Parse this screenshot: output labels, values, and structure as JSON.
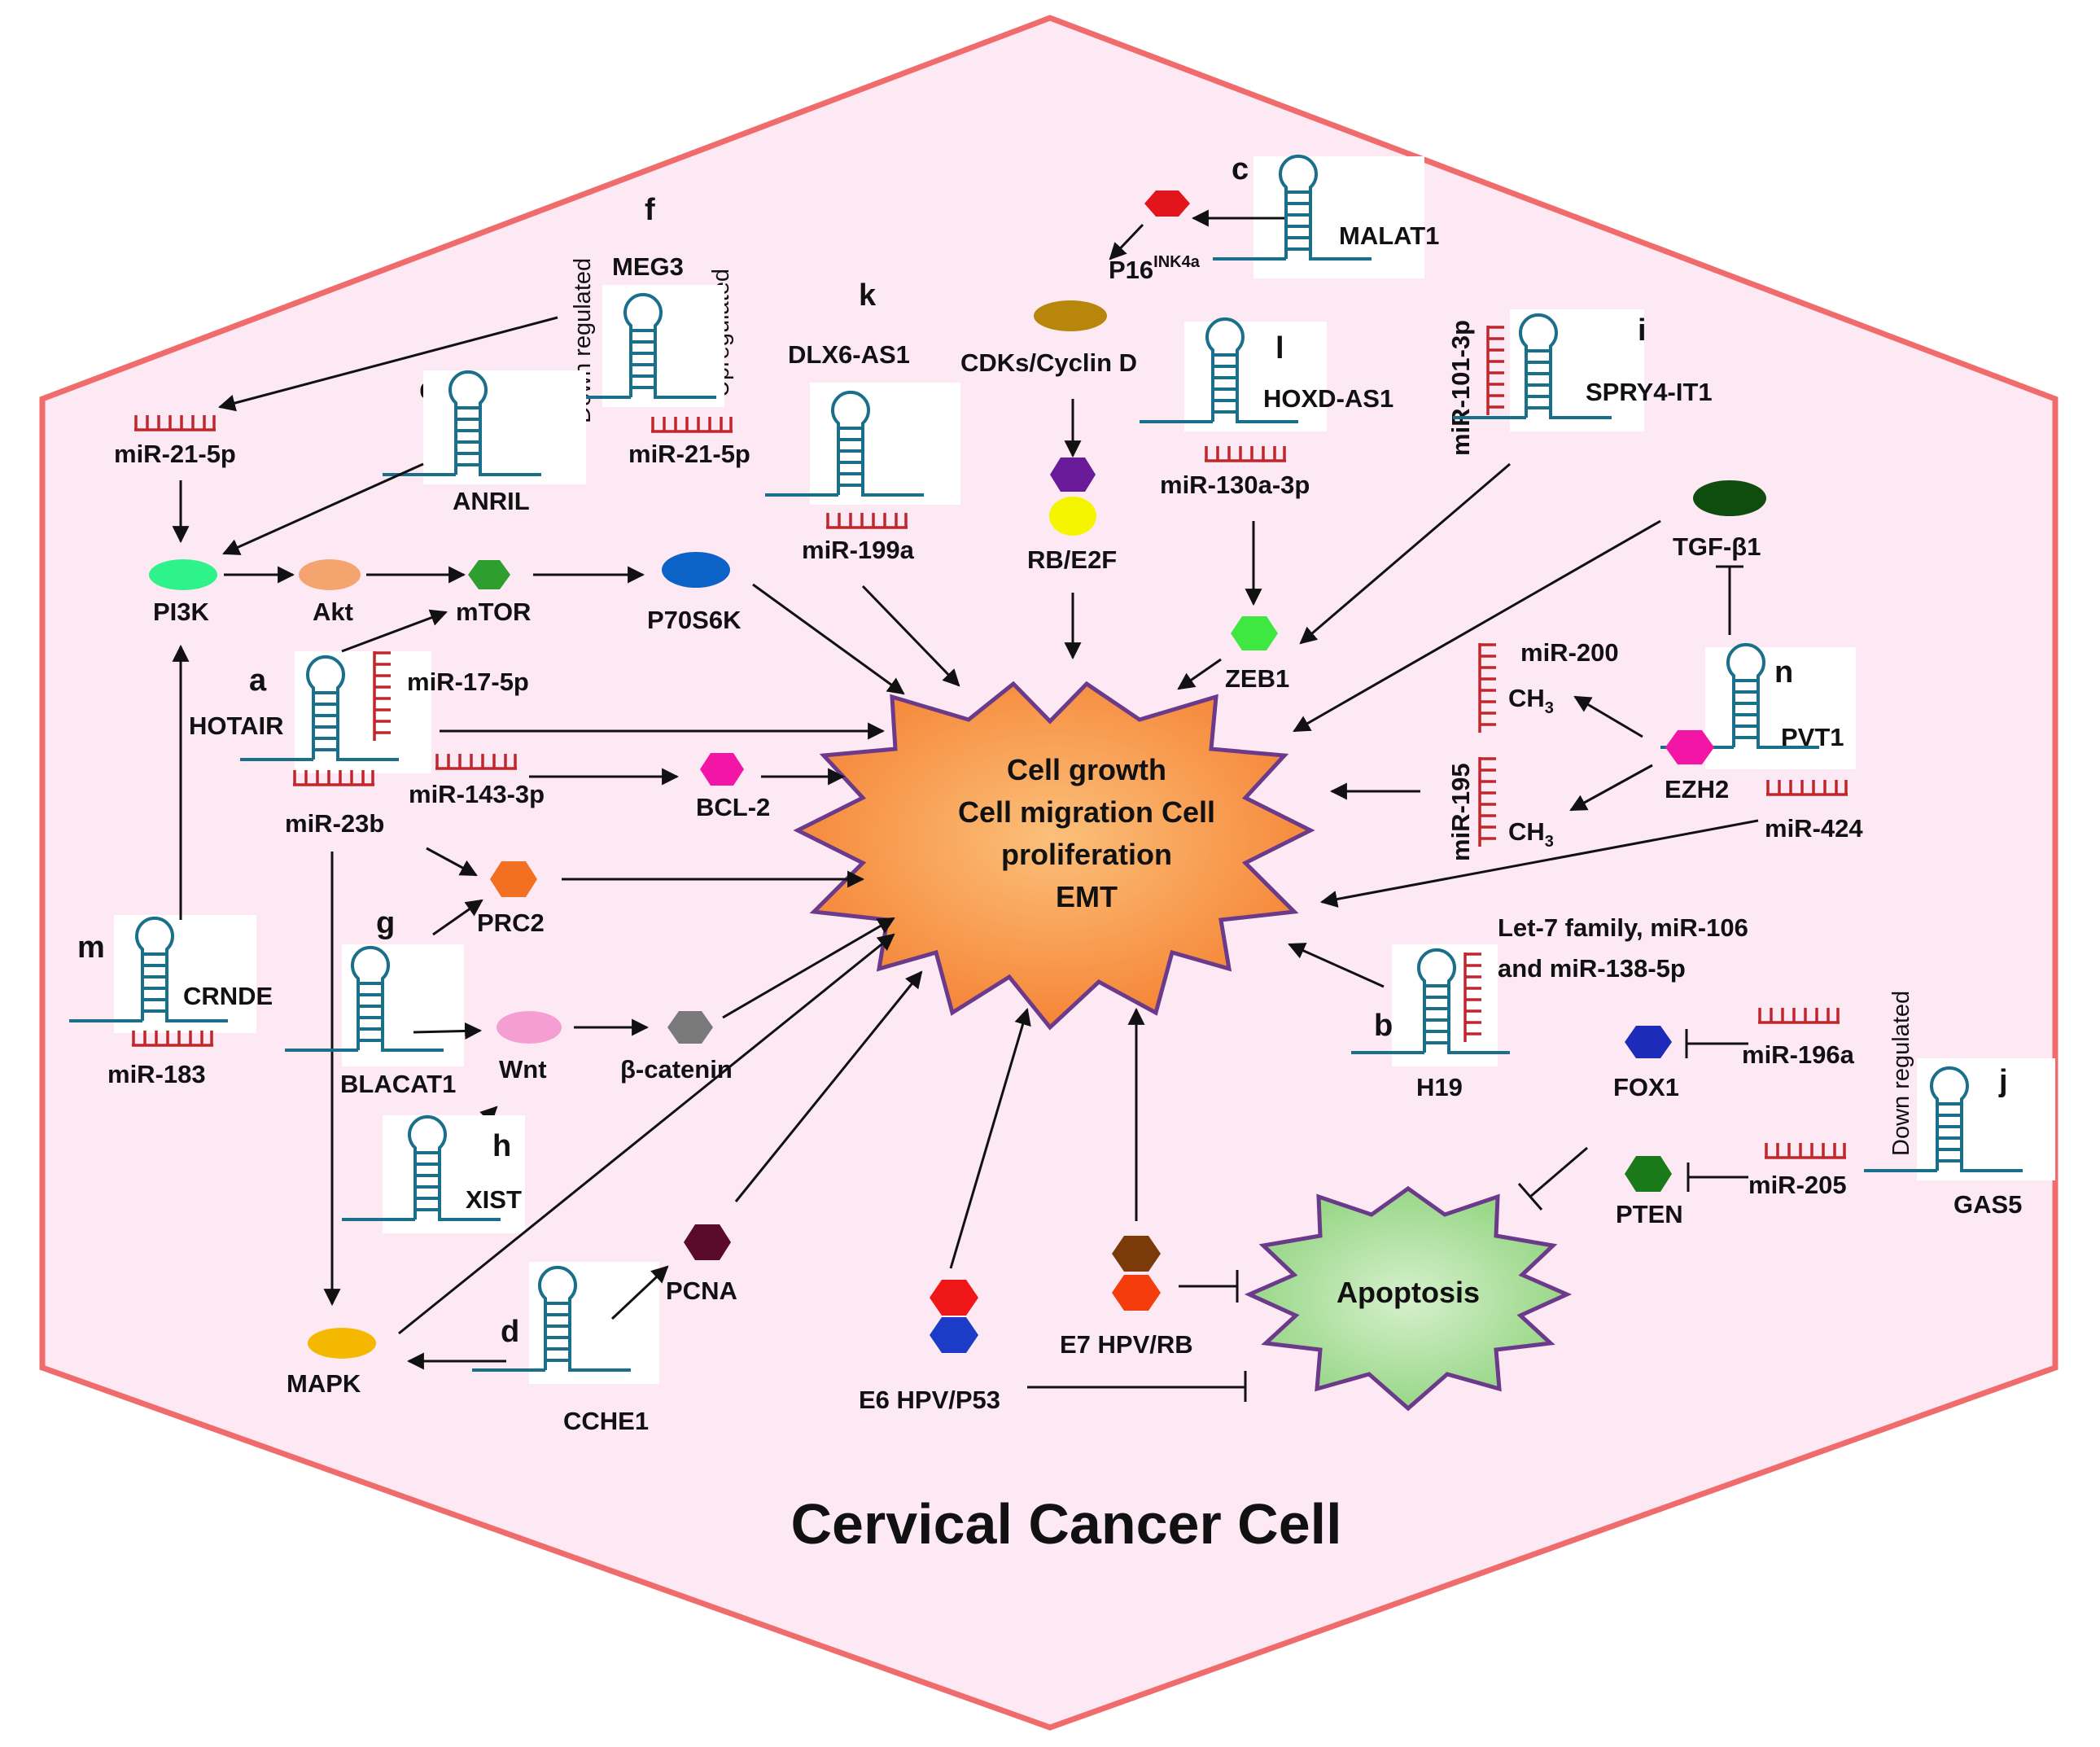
{
  "title": "Cervical Cancer Cell",
  "center": {
    "line1": "Cell growth",
    "line2": "Cell migration Cell",
    "line3": "proliferation",
    "line4": "EMT"
  },
  "apoptosis": "Apoptosis",
  "letters": {
    "a": "a",
    "b": "b",
    "c": "c",
    "d": "d",
    "e": "e",
    "f": "f",
    "g": "g",
    "h": "h",
    "i": "i",
    "j": "j",
    "k": "k",
    "l": "l",
    "m": "m",
    "n": "n"
  },
  "labels": {
    "malat1": "MALAT1",
    "p16": "P16",
    "p16_sup": "INK4a",
    "cdks": "CDKs/Cyclin  D",
    "rb_e2f": "RB/E2F",
    "meg3": "MEG3",
    "down_regulated": "Down regulated",
    "upregulated": "Upregulated",
    "mir21_left": "miR-21-5p",
    "mir21_right": "miR-21-5p",
    "anril": "ANRIL",
    "dlx6": "DLX6-AS1",
    "mir199a": "miR-199a",
    "hoxd": "HOXD-AS1",
    "mir130a": "miR-130a-3p",
    "mir101": "miR-101-3p",
    "spry4": "SPRY4-IT1",
    "tgfb1": "TGF-β1",
    "pi3k": "PI3K",
    "akt": "Akt",
    "mtor": "mTOR",
    "p70s6k": "P70S6K",
    "zeb1": "ZEB1",
    "hotair": "HOTAIR",
    "mir17": "miR-17-5p",
    "mir23b": "miR-23b",
    "mir143": "miR-143-3p",
    "bcl2": "BCL-2",
    "mir200": "miR-200",
    "ch3_top": "CH",
    "ch3_bottom": "CH",
    "sub3": "3",
    "mir195": "miR-195",
    "ezh2": "EZH2",
    "pvt1": "PVT1",
    "mir424": "miR-424",
    "prc2": "PRC2",
    "crnde": "CRNDE",
    "mir183": "miR-183",
    "blacat1": "BLACAT1",
    "wnt": "Wnt",
    "bcatenin": "β-catenin",
    "let7_line1": "Let-7 family,  miR-106",
    "let7_line2": "and  miR-138-5p",
    "h19": "H19",
    "fox1": "FOX1",
    "mir196a": "miR-196a",
    "down_regulated_j": "Down regulated",
    "gas5": "GAS5",
    "xist": "XIST",
    "pten": "PTEN",
    "mir205": "miR-205",
    "pcna": "PCNA",
    "mapk": "MAPK",
    "cche1": "CCHE1",
    "e6": "E6 HPV/P53",
    "e7": "E7 HPV/RB"
  },
  "colors": {
    "background": "#fde9f3",
    "hexagon_border": "#f06b6b",
    "center_star": "#f57f30",
    "center_star_light": "#fbc07a",
    "center_star_border": "#6b3a8a",
    "apoptosis_star": "#8cd27a",
    "apoptosis_star_light": "#d6f0cc",
    "rna_hairpin": "#1a6f8a",
    "microrna": "#c0272d"
  }
}
